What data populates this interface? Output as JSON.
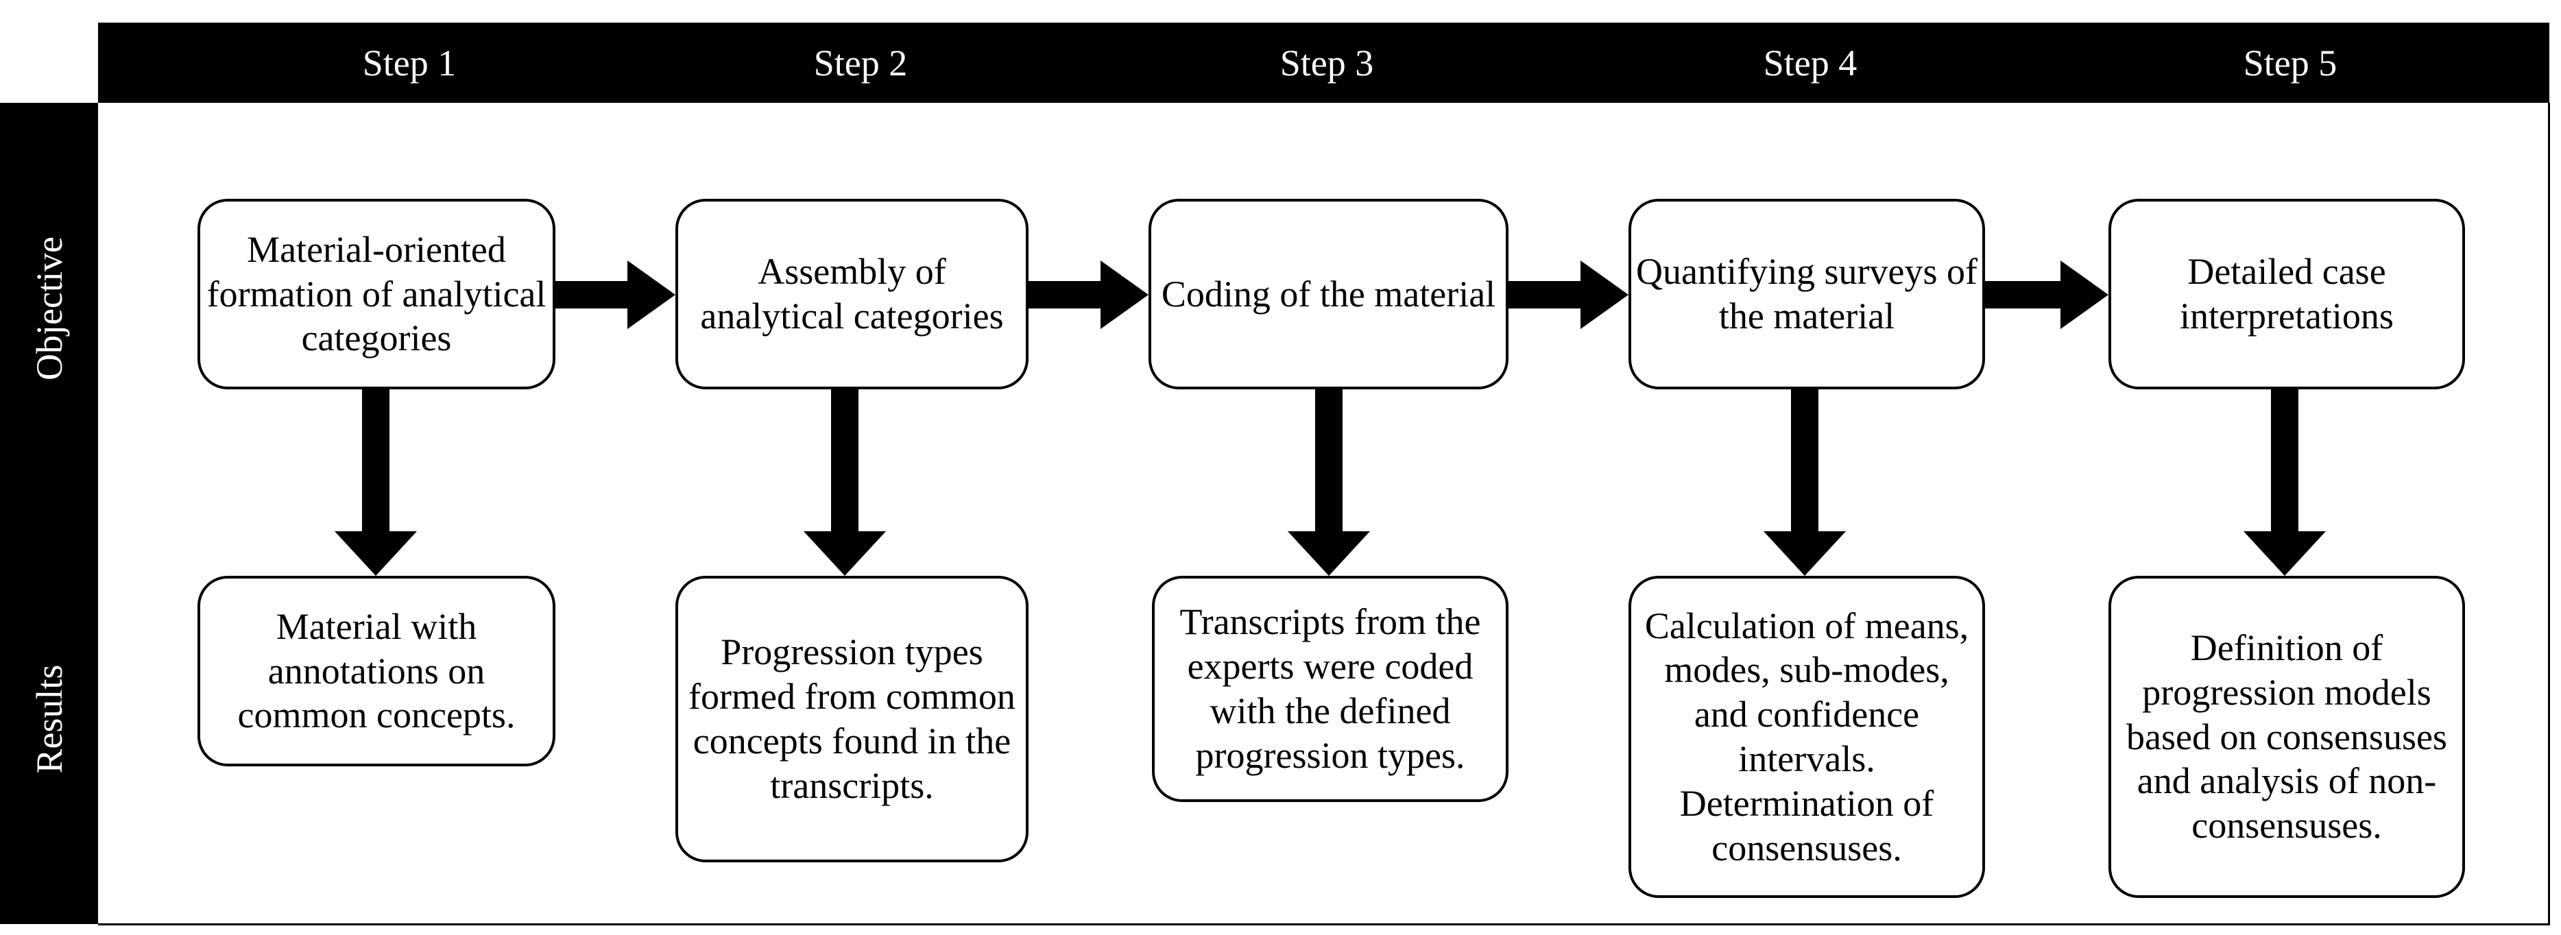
{
  "steps": [
    {
      "label": "Step 1",
      "objective": "Material-oriented formation of analytical categories",
      "result": "Material with annotations on common concepts."
    },
    {
      "label": "Step 2",
      "objective": "Assembly of analytical categories",
      "result": "Progression types formed from common concepts found in the transcripts."
    },
    {
      "label": "Step 3",
      "objective": "Coding of the material",
      "result": "Transcripts from the experts were coded with the defined progression types."
    },
    {
      "label": "Step 4",
      "objective": "Quantifying surveys of the material",
      "result": "Calculation of means, modes, sub-modes, and confidence intervals. Determination of consensuses."
    },
    {
      "label": "Step 5",
      "objective": "Detailed case interpretations",
      "result": "Definition of progression models based on consensuses and analysis of non-consensuses."
    }
  ],
  "rows": {
    "objective": "Objective",
    "results": "Results"
  }
}
